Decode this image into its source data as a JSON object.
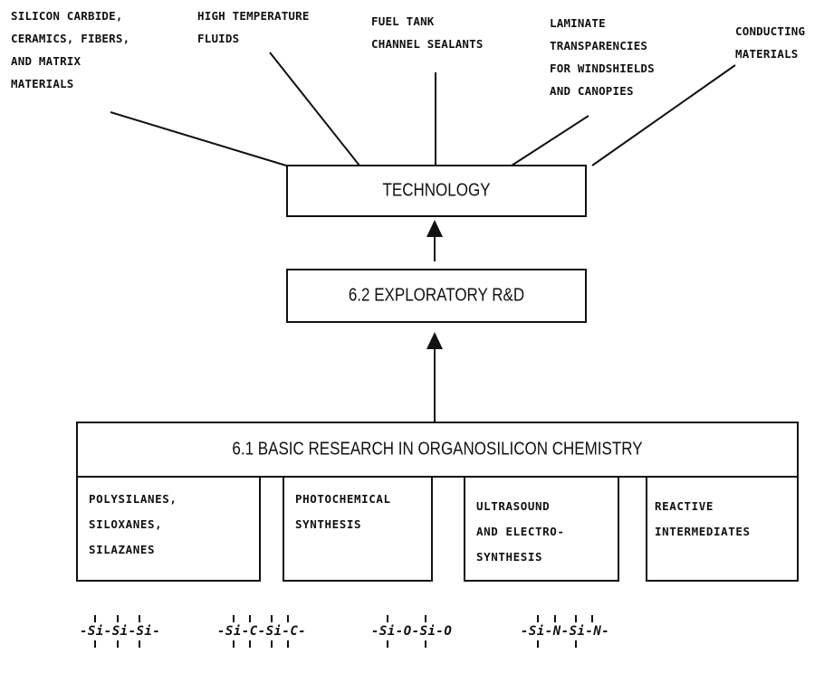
{
  "applications": [
    "SILICON CARBIDE,\nCERAMICS, FIBERS,\nAND MATRIX\nMATERIALS",
    "HIGH TEMPERATURE\nFLUIDS",
    "FUEL TANK\nCHANNEL SEALANTS",
    "LAMINATE\nTRANSPARENCIES\nFOR WINDSHIELDS\nAND CANOPIES",
    "CONDUCTING\nMATERIALS"
  ],
  "technology": "TECHNOLOGY",
  "exploratory": "6.2 EXPLORATORY R&D",
  "basic_research": "6.1 BASIC RESEARCH IN ORGANOSILICON CHEMISTRY",
  "research_areas": [
    "POLYSILANES,\nSILOXANES,\nSILAZANES",
    "PHOTOCHEMICAL\nSYNTHESIS",
    "ULTRASOUND\nAND ELECTRO-\nSYNTHESIS",
    "REACTIVE\nINTERMEDIATES"
  ],
  "formulas": [
    "-Si-Si-Si-",
    "-Si-C-Si-C-",
    "-Si-O-Si-O",
    "-Si-N-Si-N-"
  ]
}
